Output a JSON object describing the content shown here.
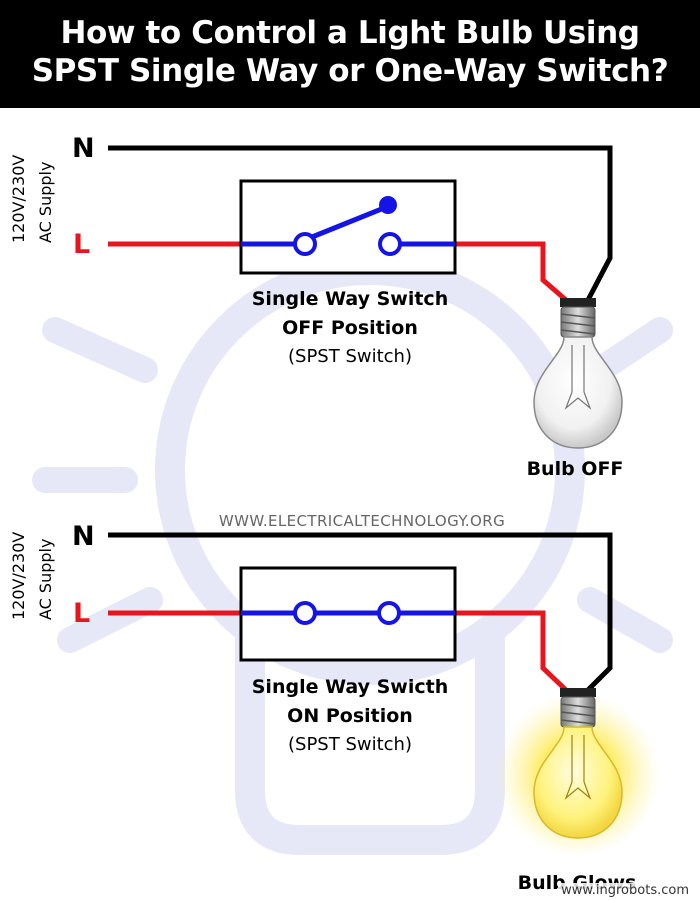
{
  "title": {
    "line1": "How to Control a Light Bulb Using",
    "line2": "SPST Single Way or One-Way Switch?"
  },
  "watermark": "WWW.ELECTRICALTECHNOLOGY.ORG",
  "credit": "www.ingrobots.com",
  "colors": {
    "neutral": "#000000",
    "live": "#e8141e",
    "switch": "#1414e6",
    "background_logo": "#e6e8f8",
    "glow": "#ffe94a"
  },
  "off_circuit": {
    "supply_line1": "120V/230V",
    "supply_line2": "AC Supply",
    "neutral_label": "N",
    "live_label": "L",
    "switch_name": "Single Way Switch",
    "switch_position": "OFF Position",
    "switch_type": "(SPST Switch)",
    "bulb_label": "Bulb OFF",
    "switch_state": "off"
  },
  "on_circuit": {
    "supply_line1": "120V/230V",
    "supply_line2": "AC Supply",
    "neutral_label": "N",
    "live_label": "L",
    "switch_name": "Single Way Swicth",
    "switch_position": "ON Position",
    "switch_type": "(SPST Switch)",
    "bulb_label": "Bulb Glows",
    "switch_state": "on"
  }
}
